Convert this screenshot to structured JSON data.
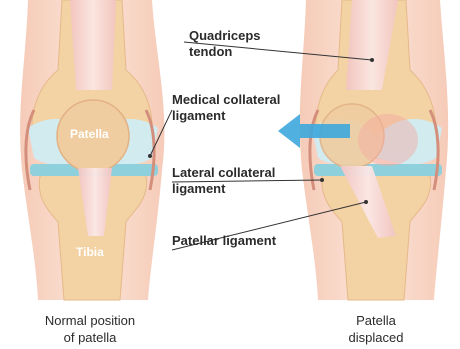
{
  "labels": {
    "quadriceps_tendon": "Quadriceps\ntendon",
    "medial_collateral_ligament": "Medical collateral\nligament",
    "lateral_collateral_ligament": "Lateral collateral\nligament",
    "patellar_ligament": "Patellar ligament",
    "patella": "Patella",
    "tibia": "Tibia"
  },
  "captions": {
    "normal": "Normal position\nof patella",
    "displaced": "Patella\ndisplaced"
  },
  "colors": {
    "skin_light": "#f9ddd0",
    "bone": "#f3d2a3",
    "bone_shadow": "#e6b98a",
    "cartilage": "#cfecf3",
    "meniscus": "#8fd0dd",
    "tendon": "#f3c9c6",
    "arrow": "#3da7dc",
    "leader_line": "#333333"
  },
  "icons": {
    "displacement_arrow": "arrow-left-icon"
  }
}
